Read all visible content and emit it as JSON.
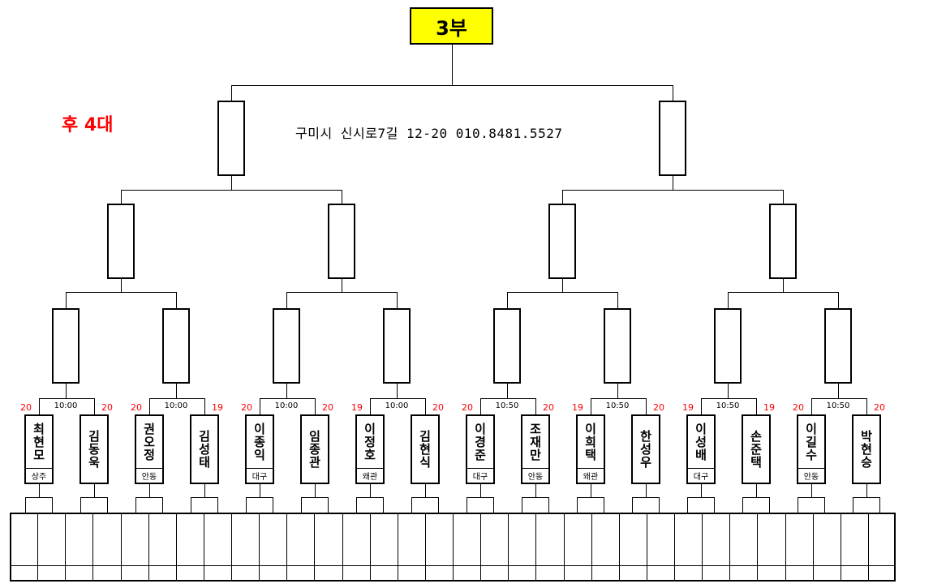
{
  "title": "3부",
  "side_note": "후 4대",
  "address": "구미시 신시로7길 12-20 010.8481.5527",
  "matches": [
    {
      "time": "10:00",
      "left": {
        "name": "최현모",
        "region": "상주",
        "score": "20"
      },
      "right": {
        "name": "김동욱",
        "region": "",
        "score": "20"
      }
    },
    {
      "time": "10:00",
      "left": {
        "name": "권오정",
        "region": "안동",
        "score": "20"
      },
      "right": {
        "name": "김성태",
        "region": "",
        "score": "19"
      }
    },
    {
      "time": "10:00",
      "left": {
        "name": "이종익",
        "region": "대구",
        "score": "20"
      },
      "right": {
        "name": "임종관",
        "region": "",
        "score": "20"
      }
    },
    {
      "time": "10:00",
      "left": {
        "name": "이정호",
        "region": "왜관",
        "score": "19"
      },
      "right": {
        "name": "김현식",
        "region": "",
        "score": "20"
      }
    },
    {
      "time": "10:50",
      "left": {
        "name": "이경준",
        "region": "대구",
        "score": "20"
      },
      "right": {
        "name": "조재만",
        "region": "안동",
        "score": "20"
      }
    },
    {
      "time": "10:50",
      "left": {
        "name": "이희택",
        "region": "왜관",
        "score": "19"
      },
      "right": {
        "name": "한성우",
        "region": "",
        "score": "20"
      }
    },
    {
      "time": "10:50",
      "left": {
        "name": "이성배",
        "region": "대구",
        "score": "19"
      },
      "right": {
        "name": "손준택",
        "region": "",
        "score": "19"
      }
    },
    {
      "time": "10:50",
      "left": {
        "name": "이길수",
        "region": "안동",
        "score": "20"
      },
      "right": {
        "name": "박현승",
        "region": "",
        "score": "20"
      }
    }
  ]
}
